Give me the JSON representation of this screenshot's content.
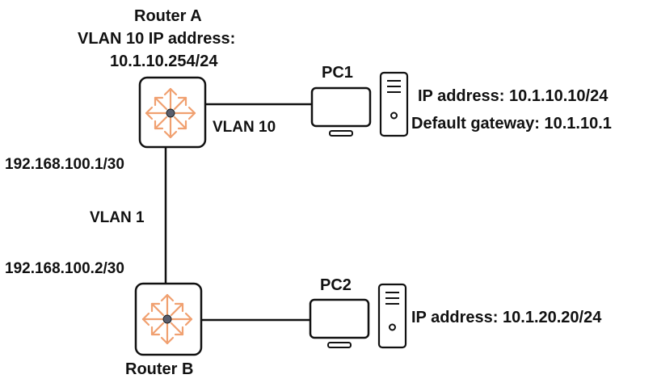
{
  "routers": [
    {
      "id": "router-a",
      "name": "Router A",
      "vlan_ip_label": "VLAN 10 IP address:",
      "vlan_ip": "10.1.10.254/24",
      "uplink_ip": "192.168.100.1/30"
    },
    {
      "id": "router-b",
      "name": "Router B",
      "uplink_ip": "192.168.100.2/30"
    }
  ],
  "links": [
    {
      "from": "Router A",
      "to": "PC1",
      "label": "VLAN 10"
    },
    {
      "from": "Router A",
      "to": "Router B",
      "label": "VLAN 1"
    },
    {
      "from": "Router B",
      "to": "PC2",
      "label": ""
    }
  ],
  "pcs": [
    {
      "id": "pc1",
      "name": "PC1",
      "ip_line": "IP address: 10.1.10.10/24",
      "gateway_line": "Default gateway: 10.1.10.1"
    },
    {
      "id": "pc2",
      "name": "PC2",
      "ip_line": "IP address: 10.1.20.20/24"
    }
  ],
  "colors": {
    "router_arrows": "#f0a070",
    "router_core": "#5a5f6e",
    "line": "#111111"
  }
}
